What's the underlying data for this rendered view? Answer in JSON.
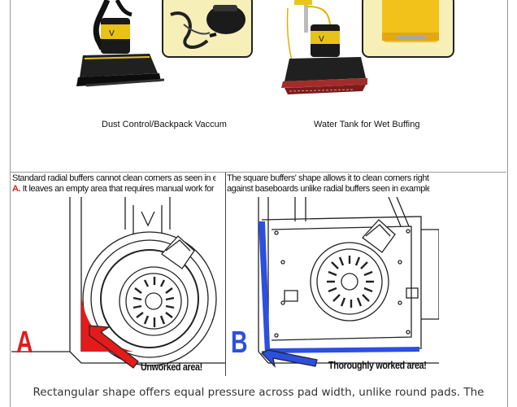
{
  "products": [
    {
      "caption": "Dust Control/Backpack Vaccum",
      "icon": "backpack-vacuum"
    },
    {
      "caption": "Water Tank for Wet Buffing",
      "icon": "water-tank"
    }
  ],
  "comparison": {
    "left": {
      "text_lines": [
        "Standard radial buffers cannot clean corners as seen in example",
        " It leaves an empty area that requires manual work for later…"
      ],
      "marker": "A.",
      "big_letter": "A",
      "area_label": "Unworked area!",
      "accent_color": "#e31b1b"
    },
    "right": {
      "text_lines": [
        " The square buffers' shape allows it to clean corners  right up",
        " against baseboards unlike radial buffers seen in example "
      ],
      "marker": "B.",
      "big_letter": "B",
      "area_label": "Thoroughly worked area!",
      "accent_color": "#2c4fe0"
    }
  },
  "footer_text": "Rectangular shape offers equal pressure across pad width, unlike round pads. The"
}
